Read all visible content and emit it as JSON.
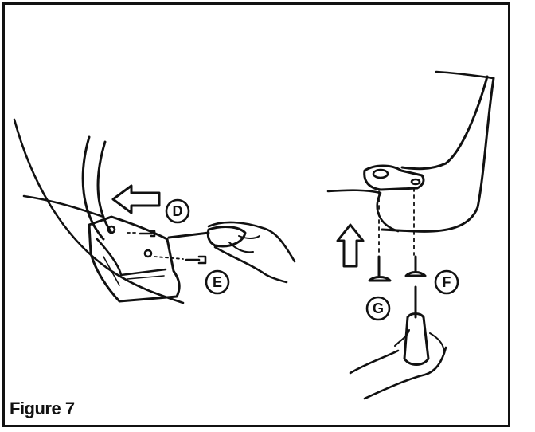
{
  "figure": {
    "caption": "Figure 7",
    "callouts": {
      "D": "D",
      "E": "E",
      "F": "F",
      "G": "G"
    },
    "ink_color": "#111111",
    "paper_color": "#ffffff"
  }
}
